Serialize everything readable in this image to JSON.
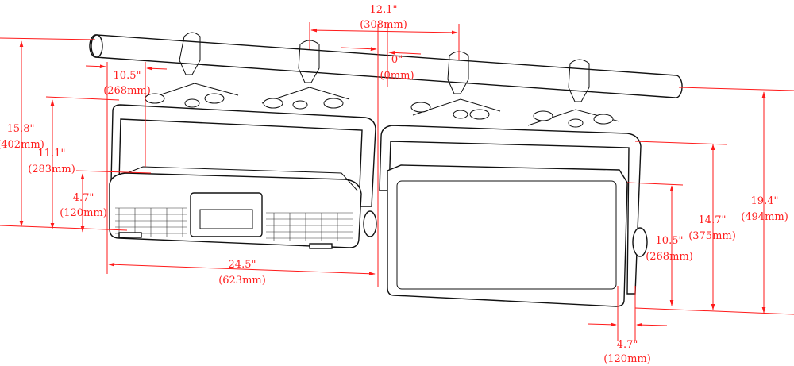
{
  "dimensions": {
    "spacing_clamps": {
      "inch": "12.1\"",
      "mm": "(308mm)"
    },
    "offset": {
      "inch": "0\"",
      "mm": "(0mm)"
    },
    "left_depth_top": {
      "inch": "10.5\"",
      "mm": "(268mm)"
    },
    "left_total_height": {
      "inch": "15.8\"",
      "mm": "(402mm)"
    },
    "left_body_height": {
      "inch": "11.1\"",
      "mm": "(283mm)"
    },
    "left_front_height": {
      "inch": "4.7\"",
      "mm": "(120mm)"
    },
    "total_width": {
      "inch": "24.5\"",
      "mm": "(623mm)"
    },
    "right_total_height": {
      "inch": "19.4\"",
      "mm": "(494mm)"
    },
    "right_body_height": {
      "inch": "14.7\"",
      "mm": "(375mm)"
    },
    "right_panel_height": {
      "inch": "10.5\"",
      "mm": "(268mm)"
    },
    "right_depth_bottom": {
      "inch": "4.7\"",
      "mm": "(120mm)"
    }
  },
  "colors": {
    "dimension": "#ff2020",
    "outline": "#111111"
  }
}
